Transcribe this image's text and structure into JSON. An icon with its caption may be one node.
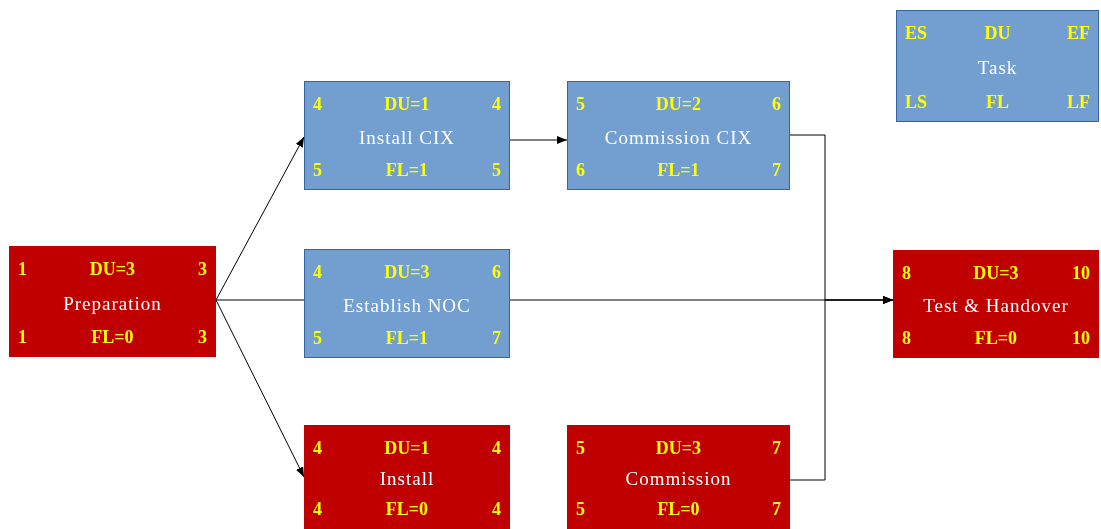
{
  "diagram": {
    "nodes": [
      {
        "text": [
          "ES",
          "DU",
          "EF",
          "Task",
          "LS",
          "FL",
          "LF"
        ]
      },
      {
        "text": [
          "4",
          "DU=1",
          "4",
          "Install CIX",
          "5",
          "FL=1",
          "5"
        ]
      },
      {
        "text": [
          "5",
          "DU=2",
          "6",
          "Commission CIX",
          "6",
          "FL=1",
          "7"
        ]
      },
      {
        "text": [
          "1",
          "DU=3",
          "3",
          "Preparation",
          "1",
          "FL=0",
          "3"
        ]
      },
      {
        "text": [
          "4",
          "DU=3",
          "6",
          "Establish NOC",
          "5",
          "FL=1",
          "7"
        ]
      },
      {
        "text": [
          "8",
          "DU=3",
          "10",
          "Test & Handover",
          "8",
          "FL=0",
          "10"
        ]
      },
      {
        "text": [
          "4",
          "DU=1",
          "4",
          "Install",
          "4",
          "FL=0",
          "4"
        ]
      },
      {
        "text": [
          "5",
          "DU=3",
          "7",
          "Commission",
          "5",
          "FL=0",
          "7"
        ]
      }
    ],
    "edges": [
      {
        "from": 3,
        "to": 1,
        "arrow": "to"
      },
      {
        "from": 3,
        "to": 4,
        "arrow": "none"
      },
      {
        "from": 3,
        "to": 6,
        "arrow": "to"
      },
      {
        "from": 1,
        "to": 2,
        "arrow": "to"
      },
      {
        "from": 2,
        "to": 5,
        "arrow": "to"
      },
      {
        "from": 4,
        "to": 5,
        "arrow": "to"
      },
      {
        "from": 7,
        "to": 5,
        "arrow": "to"
      }
    ]
  }
}
